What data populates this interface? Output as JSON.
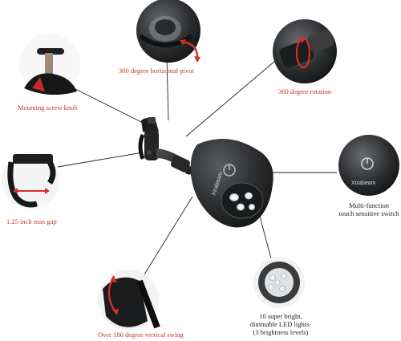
{
  "callouts": {
    "mounting_knob": "Mounting screw knob",
    "horizontal_pivot": "300 degree horizontal pivot",
    "rotation": "360 degree rotation",
    "max_gap": "1.25 inch max gap",
    "touch_switch_1": "Multi-function",
    "touch_switch_2": "touch sensitive switch",
    "vertical_swing": "Over 180 degree vertical swing",
    "leds_1": "10 super bright,",
    "leds_2": "dimmable LED lights-",
    "leds_3": "(3 brightness levels)"
  },
  "product": {
    "brand": "Xtrabeam"
  },
  "colors": {
    "callout_text": "#c0392b",
    "secondary_text": "#222222",
    "leader_line": "#222222",
    "lamp_body": "#2f3133",
    "highlight_arrow": "#d4302a"
  }
}
